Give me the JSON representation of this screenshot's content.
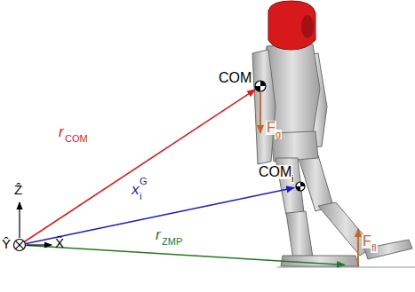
{
  "diagram": {
    "labels": [
      "COM",
      "F",
      "g",
      "r",
      "COM",
      "x",
      "i",
      "G",
      "COM",
      "i",
      "F",
      "fl",
      "r",
      "ZMP",
      "Ẑ",
      "X̂",
      "Ŷ"
    ]
  }
}
